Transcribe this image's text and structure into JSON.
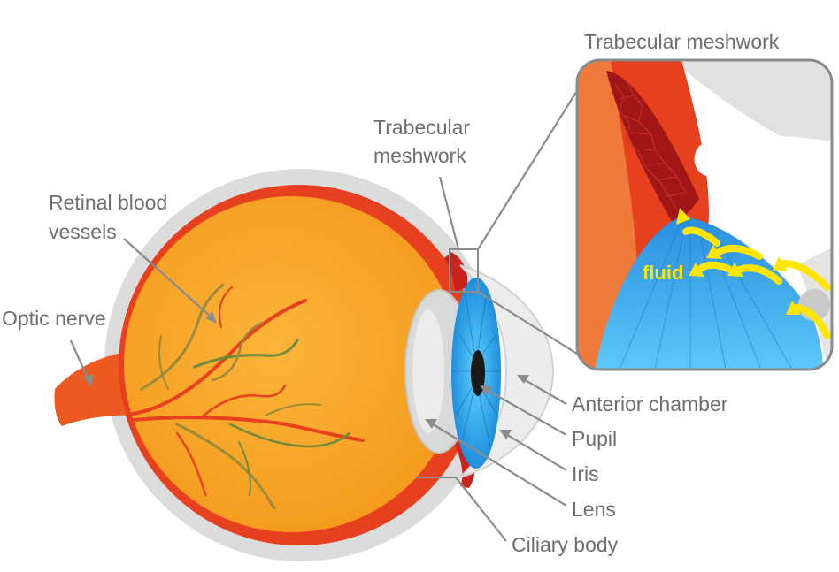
{
  "labels": {
    "inset_title": "Trabecular meshwork",
    "trabecular_line1": "Trabecular",
    "trabecular_line2": "meshwork",
    "retinal_line1": "Retinal blood",
    "retinal_line2": "vessels",
    "optic_nerve": "Optic nerve",
    "anterior_chamber": "Anterior chamber",
    "pupil": "Pupil",
    "iris": "Iris",
    "lens": "Lens",
    "ciliary_body": "Ciliary body",
    "fluid": "fluid"
  },
  "colors": {
    "sclera_outer": "#dcdcdd",
    "eyeball_red": "#e7401f",
    "vitreous_orange": "#f7a020",
    "iris_blue": "#1e9fe6",
    "lens_gray": "#d9d9da",
    "fluid_yellow": "#ffe600",
    "label_gray": "#6d6e70"
  },
  "icons": {
    "flow_arrows": "yellow-flow-arrows"
  }
}
